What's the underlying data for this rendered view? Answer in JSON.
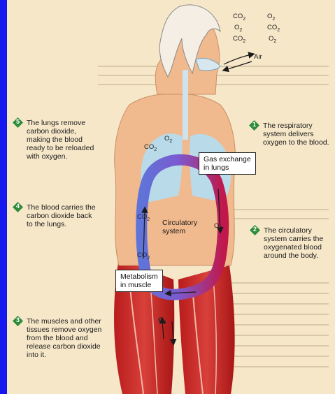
{
  "gases": {
    "co2": "CO",
    "o2": "O",
    "sub2": "2",
    "air": "Air"
  },
  "callouts": [
    {
      "number": "1",
      "text": [
        "The respiratory",
        "system delivers",
        "oxygen to the blood."
      ]
    },
    {
      "number": "2",
      "text": [
        "The circulatory",
        "system carries the",
        "oxygenated blood",
        "around the body."
      ]
    },
    {
      "number": "3",
      "text": [
        "The muscles and other",
        "tissues remove oxygen",
        "from the blood and",
        "release carbon dioxide",
        "into it."
      ]
    },
    {
      "number": "4",
      "text": [
        "The blood carries the",
        "carbon dioxide back",
        "to the lungs."
      ]
    },
    {
      "number": "5",
      "text": [
        "The lungs remove",
        "carbon dioxide,",
        "making the blood",
        "ready to be reloaded",
        "with oxygen."
      ]
    }
  ],
  "boxes": {
    "gas_exchange": [
      "Gas exchange",
      "in lungs"
    ],
    "metabolism": [
      "Metabolism",
      "in muscle"
    ]
  },
  "circulatory_label": [
    "Circulatory",
    "system"
  ],
  "colors": {
    "frame": "#1616ee",
    "callout_marker": "#2e8b3a",
    "oxygenated": "#c0184b",
    "deoxygenated": "#5a6fd6"
  }
}
